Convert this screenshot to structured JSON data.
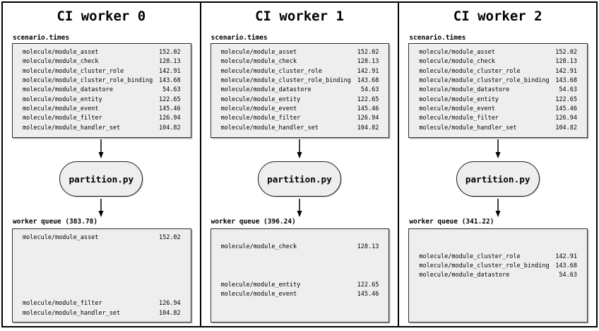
{
  "colors": {
    "panel_border": "#000000",
    "box_fill": "#eeeeee",
    "box_border": "#2d2d2d",
    "text": "#000000"
  },
  "workers": [
    {
      "title": "CI worker 0",
      "scenario_label": "scenario.times",
      "partition_label": "partition.py",
      "queue_label": "worker queue (383.78)",
      "queue_total": "383.78",
      "scenario_rows": [
        {
          "name": "molecule/module_asset",
          "value": "152.02"
        },
        {
          "name": "molecule/module_check",
          "value": "128.13"
        },
        {
          "name": "molecule/module_cluster_role",
          "value": "142.91"
        },
        {
          "name": "molecule/module_cluster_role_binding",
          "value": "143.68"
        },
        {
          "name": "molecule/module_datastore",
          "value": "54.63"
        },
        {
          "name": "molecule/module_entity",
          "value": "122.65"
        },
        {
          "name": "molecule/module_event",
          "value": "145.46"
        },
        {
          "name": "molecule/module_filter",
          "value": "126.94"
        },
        {
          "name": "molecule/module_handler_set",
          "value": "104.82"
        }
      ],
      "queue_slots": [
        {
          "name": "molecule/module_asset",
          "value": "152.02"
        },
        {
          "name": "",
          "value": ""
        },
        {
          "name": "",
          "value": ""
        },
        {
          "name": "",
          "value": ""
        },
        {
          "name": "",
          "value": ""
        },
        {
          "name": "",
          "value": ""
        },
        {
          "name": "",
          "value": ""
        },
        {
          "name": "molecule/module_filter",
          "value": "126.94"
        },
        {
          "name": "molecule/module_handler_set",
          "value": "104.82"
        }
      ]
    },
    {
      "title": "CI worker 1",
      "scenario_label": "scenario.times",
      "partition_label": "partition.py",
      "queue_label": "worker queue (396.24)",
      "queue_total": "396.24",
      "scenario_rows": [
        {
          "name": "molecule/module_asset",
          "value": "152.02"
        },
        {
          "name": "molecule/module_check",
          "value": "128.13"
        },
        {
          "name": "molecule/module_cluster_role",
          "value": "142.91"
        },
        {
          "name": "molecule/module_cluster_role_binding",
          "value": "143.68"
        },
        {
          "name": "molecule/module_datastore",
          "value": "54.63"
        },
        {
          "name": "molecule/module_entity",
          "value": "122.65"
        },
        {
          "name": "molecule/module_event",
          "value": "145.46"
        },
        {
          "name": "molecule/module_filter",
          "value": "126.94"
        },
        {
          "name": "molecule/module_handler_set",
          "value": "104.82"
        }
      ],
      "queue_slots": [
        {
          "name": "",
          "value": ""
        },
        {
          "name": "molecule/module_check",
          "value": "128.13"
        },
        {
          "name": "",
          "value": ""
        },
        {
          "name": "",
          "value": ""
        },
        {
          "name": "",
          "value": ""
        },
        {
          "name": "molecule/module_entity",
          "value": "122.65"
        },
        {
          "name": "molecule/module_event",
          "value": "145.46"
        },
        {
          "name": "",
          "value": ""
        },
        {
          "name": "",
          "value": ""
        }
      ]
    },
    {
      "title": "CI worker 2",
      "scenario_label": "scenario.times",
      "partition_label": "partition.py",
      "queue_label": "worker queue (341.22)",
      "queue_total": "341.22",
      "scenario_rows": [
        {
          "name": "molecule/module_asset",
          "value": "152.02"
        },
        {
          "name": "molecule/module_check",
          "value": "128.13"
        },
        {
          "name": "molecule/module_cluster_role",
          "value": "142.91"
        },
        {
          "name": "molecule/module_cluster_role_binding",
          "value": "143.68"
        },
        {
          "name": "molecule/module_datastore",
          "value": "54.63"
        },
        {
          "name": "molecule/module_entity",
          "value": "122.65"
        },
        {
          "name": "molecule/module_event",
          "value": "145.46"
        },
        {
          "name": "molecule/module_filter",
          "value": "126.94"
        },
        {
          "name": "molecule/module_handler_set",
          "value": "104.82"
        }
      ],
      "queue_slots": [
        {
          "name": "",
          "value": ""
        },
        {
          "name": "",
          "value": ""
        },
        {
          "name": "molecule/module_cluster_role",
          "value": "142.91"
        },
        {
          "name": "molecule/module_cluster_role_binding",
          "value": "143.68"
        },
        {
          "name": "molecule/module_datastore",
          "value": "54.63"
        },
        {
          "name": "",
          "value": ""
        },
        {
          "name": "",
          "value": ""
        },
        {
          "name": "",
          "value": ""
        },
        {
          "name": "",
          "value": ""
        }
      ]
    }
  ]
}
